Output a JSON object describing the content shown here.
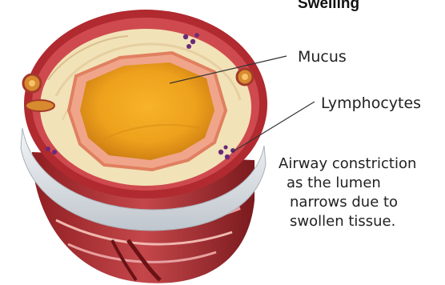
{
  "title": "Swelling",
  "labels": {
    "mucus": "Mucus",
    "lymphocytes": "Lymphocytes"
  },
  "description": {
    "line1": "Airway constriction",
    "line2": "as the lumen",
    "line3": "narrows due to",
    "line4": "swollen tissue."
  }
}
